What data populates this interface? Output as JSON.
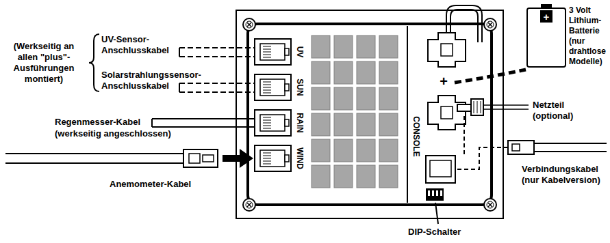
{
  "diagram": {
    "labels": [
      "(Werkseitig an allen \"plus\"- Ausführungen montiert)",
      "UV-Sensor- Anschlusskabel",
      "Solarstrahlungssensor- Anschlusskabel",
      "Regenmesser-Kabel (werkseitig angeschlossen)",
      "Anemometer-Kabel",
      "UV",
      "SUN",
      "RAIN",
      "WIND",
      "3 Volt Lithium-Batterie (nur drahtlose Modelle)",
      "+",
      "+",
      "Netzteil (optional)",
      "CONSOLE",
      "Verbindungskabel (nur Kabelversion)",
      "DIP-Schalter"
    ]
  }
}
